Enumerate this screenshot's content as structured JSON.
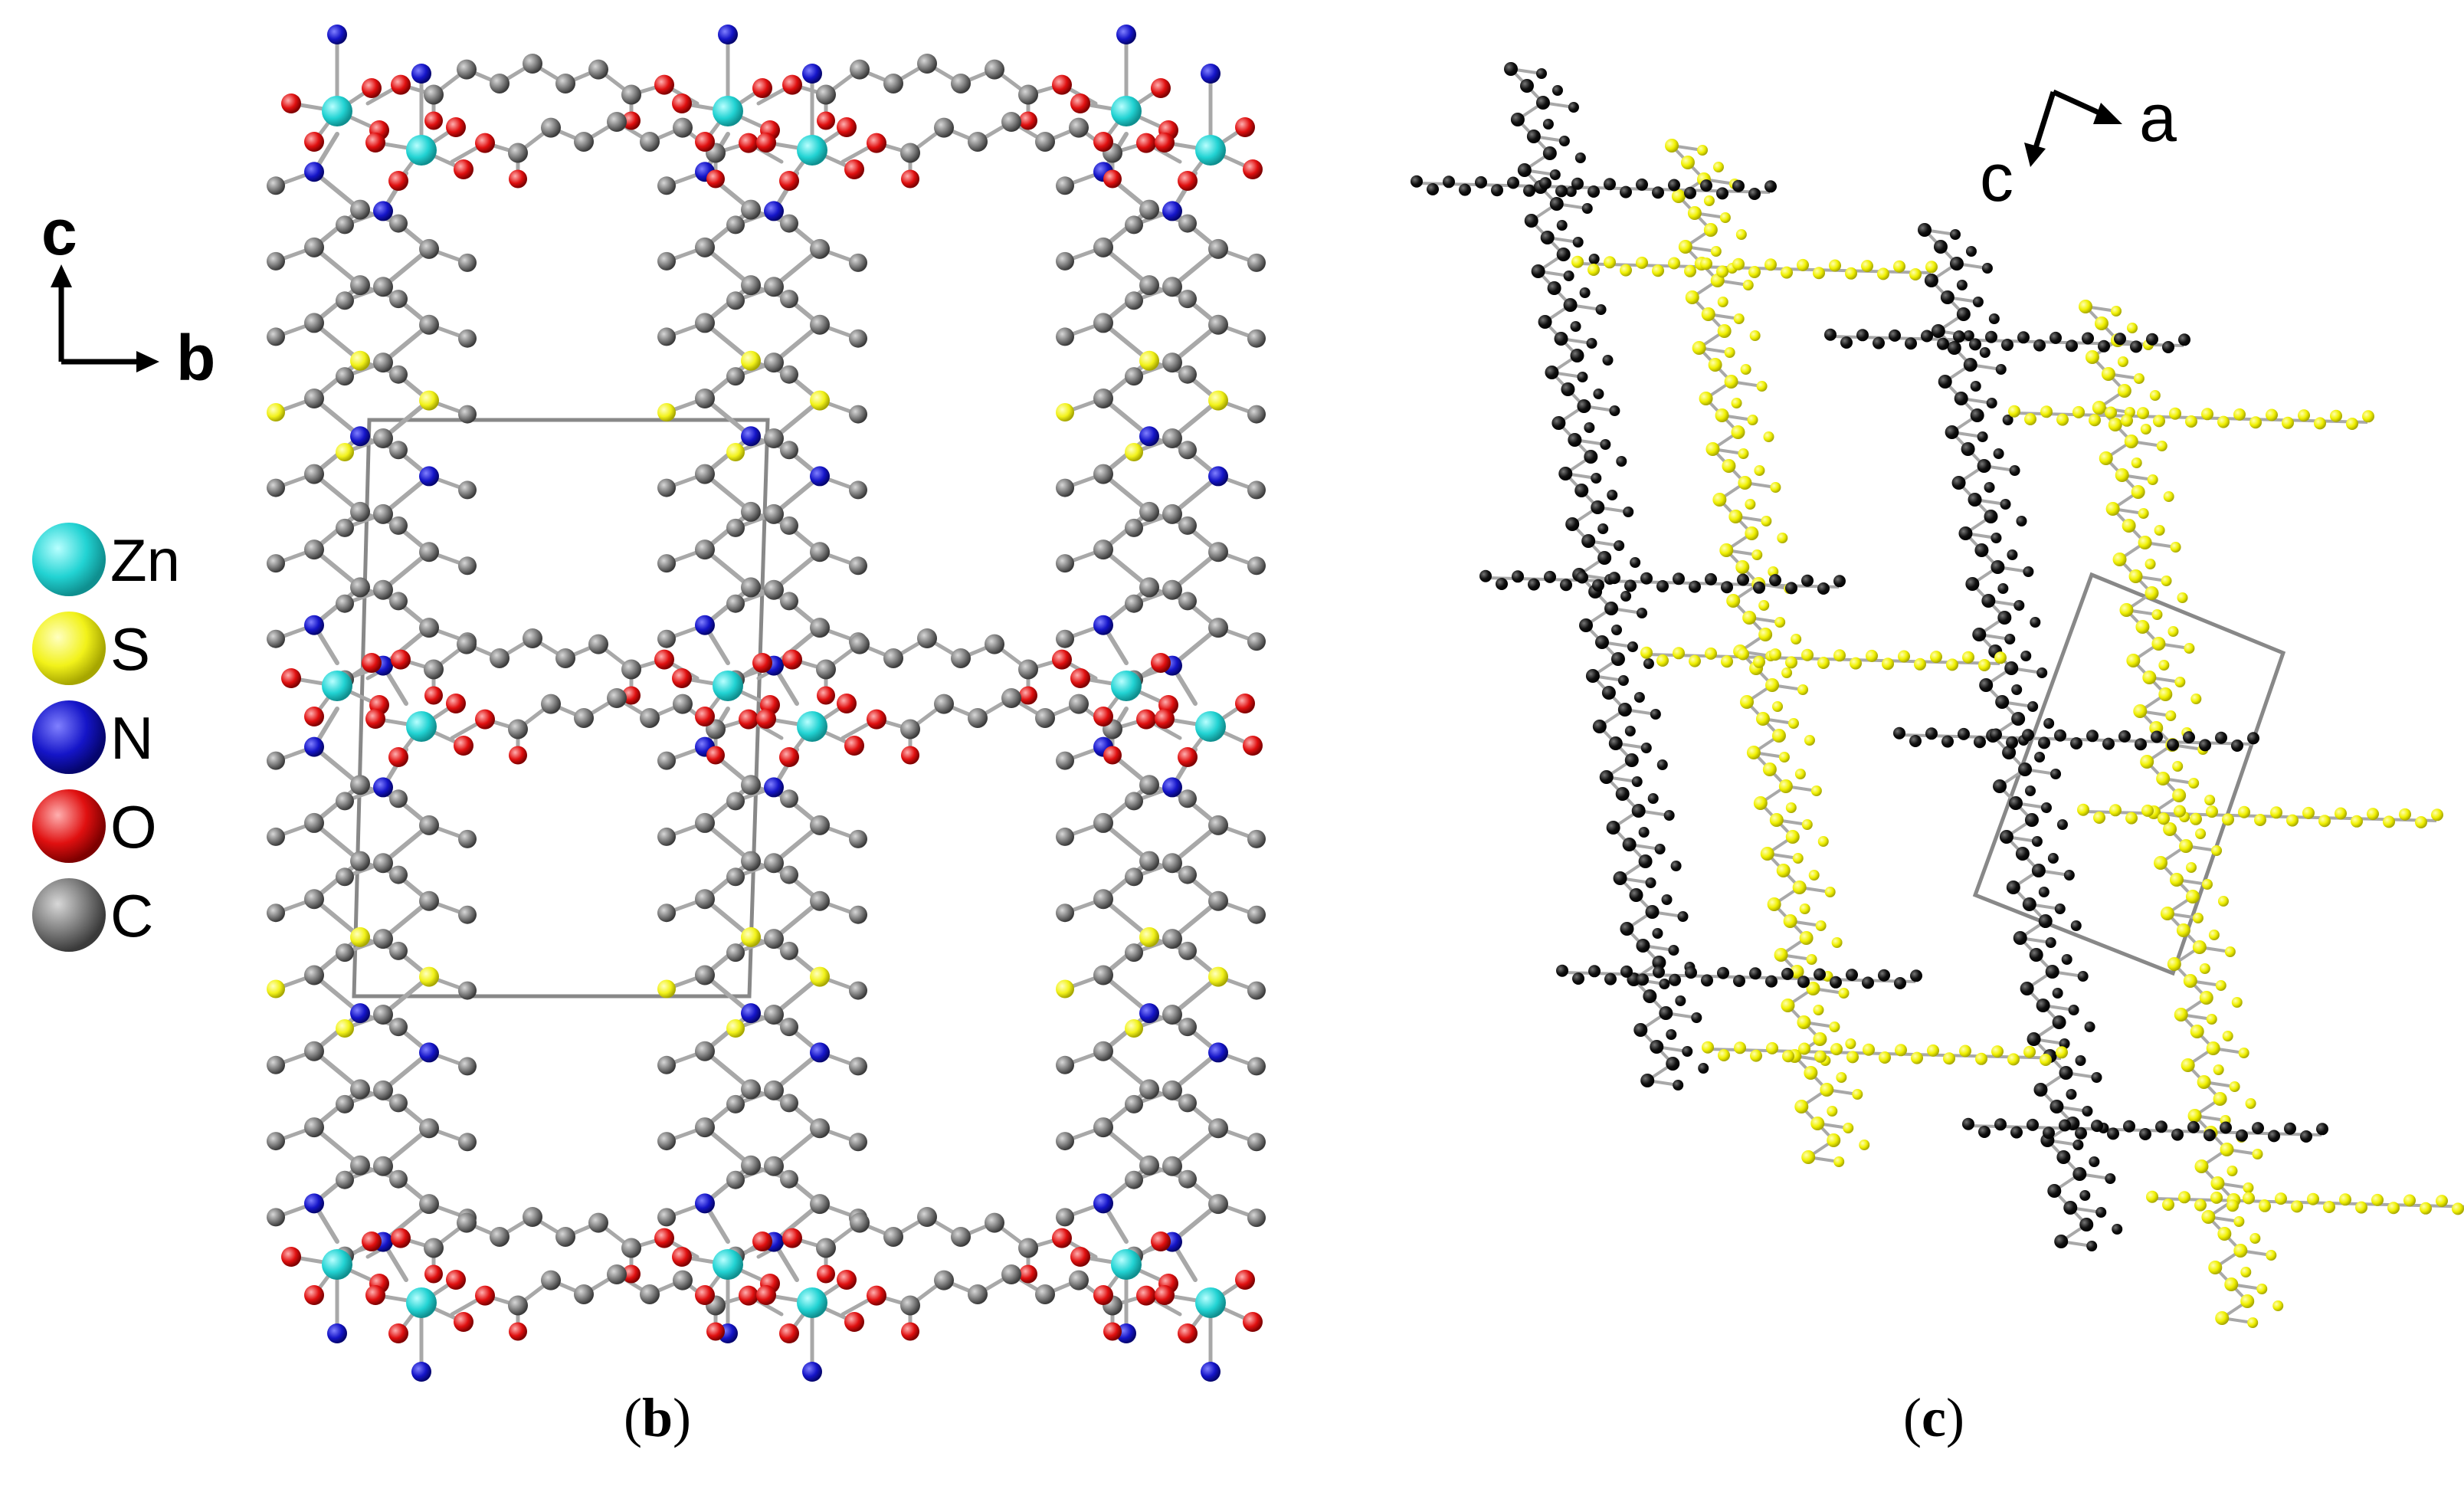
{
  "panel_b": {
    "caption_open": "(",
    "caption_letter": "b",
    "caption_close": ")",
    "axes": {
      "vertical": "c",
      "horizontal": "b"
    },
    "legend": [
      {
        "label": "Zn",
        "color": "#22d3d3"
      },
      {
        "label": "S",
        "color": "#f2f21a"
      },
      {
        "label": "N",
        "color": "#1515c8"
      },
      {
        "label": "O",
        "color": "#e01010"
      },
      {
        "label": "C",
        "color": "#7a7a7a"
      }
    ]
  },
  "panel_c": {
    "caption_open": "(",
    "caption_letter": "c",
    "caption_close": ")",
    "axes": {
      "first": "a",
      "second": "c"
    },
    "layer_colors": [
      "#000000",
      "#f0f000"
    ]
  },
  "colors": {
    "bond": "#a8a8a8",
    "cell_line": "#888888"
  }
}
